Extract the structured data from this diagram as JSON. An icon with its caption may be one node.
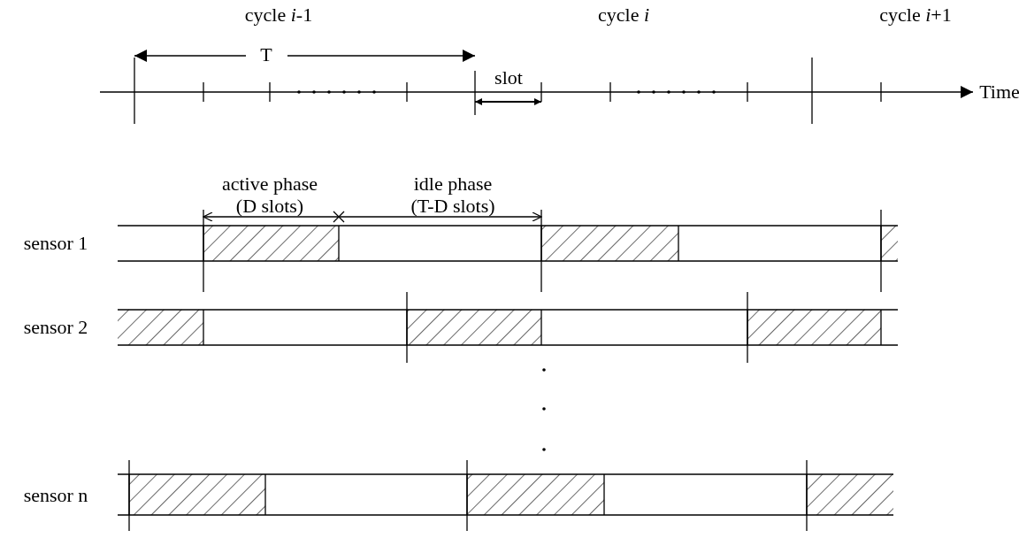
{
  "diagram": {
    "labels": [
      "cycle *i*-1",
      "cycle *i*",
      "cycle *i*+1",
      "T",
      "slot",
      "Time",
      "active phase",
      "(D slots)",
      "idle phase",
      "(T-D slots)",
      "sensor 1",
      "sensor 2",
      "sensor n"
    ]
  }
}
